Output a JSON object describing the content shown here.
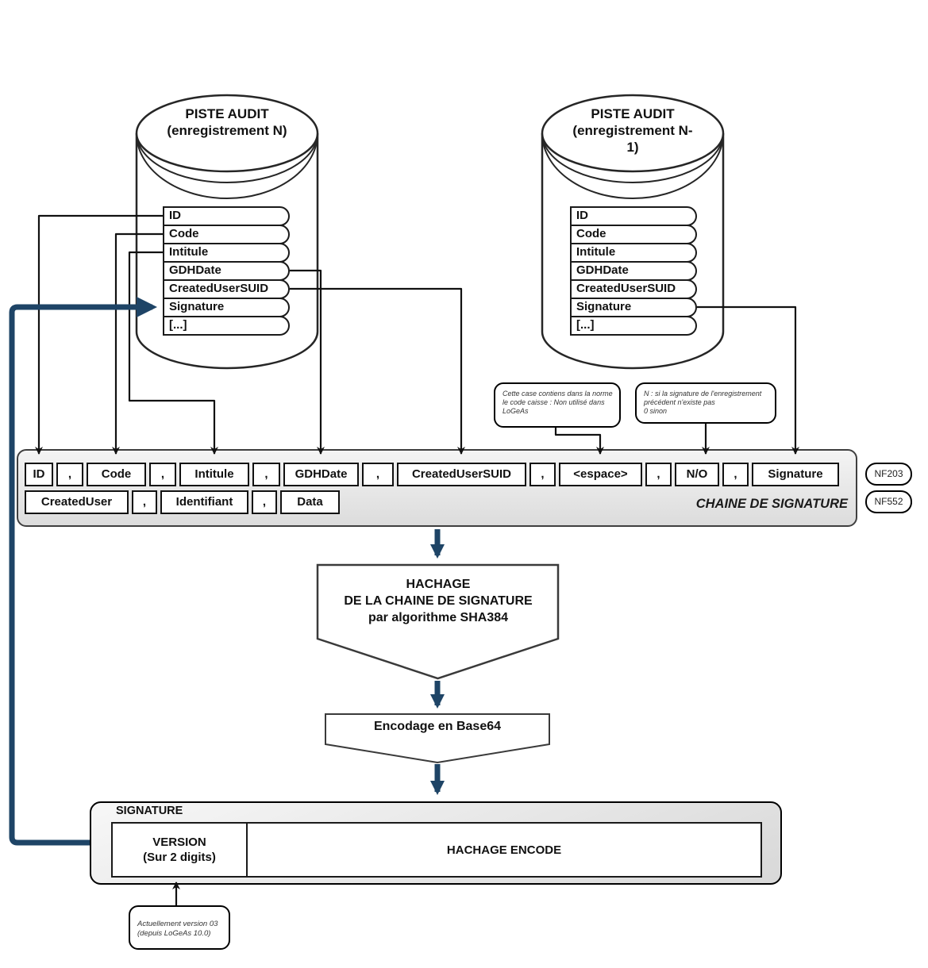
{
  "cylinders": [
    {
      "title_lines": [
        "PISTE AUDIT",
        "(enregistrement N)"
      ],
      "fields": [
        "ID",
        "Code",
        "Intitule",
        "GDHDate",
        "CreatedUserSUID",
        "Signature",
        "[...]"
      ]
    },
    {
      "title_lines": [
        "PISTE AUDIT",
        "(enregistrement N-",
        "1)"
      ],
      "fields": [
        "ID",
        "Code",
        "Intitule",
        "GDHDate",
        "CreatedUserSUID",
        "Signature",
        "[...]"
      ]
    }
  ],
  "chain": {
    "row1": [
      "ID",
      ",",
      "Code",
      ",",
      "Intitule",
      ",",
      "GDHDate",
      ",",
      "CreatedUserSUID",
      ",",
      "<espace>",
      ",",
      "N/O",
      ",",
      "Signature"
    ],
    "row2": [
      "CreatedUser",
      ",",
      "Identifiant",
      ",",
      "Data"
    ],
    "label": "CHAINE DE SIGNATURE"
  },
  "badges": [
    "NF203",
    "NF552"
  ],
  "callouts": {
    "code_caisse": {
      "lines": [
        "Cette case contiens dans la norme le code caisse : Non utilisé dans LoGeAs"
      ]
    },
    "n_o": {
      "lines": [
        "N : si la signature de l'enregistrement précédent n'existe pas",
        "0 sinon"
      ]
    },
    "version": {
      "lines": [
        "Actuellement version 03",
        "(depuis LoGeAs 10.0)"
      ]
    }
  },
  "hash_step": {
    "lines": [
      "HACHAGE",
      "DE LA CHAINE DE SIGNATURE",
      "par algorithme SHA384"
    ]
  },
  "encode_step": {
    "label": "Encodage en Base64"
  },
  "signature_box": {
    "label": "SIGNATURE",
    "version_lines": [
      "VERSION",
      "(Sur 2 digits)"
    ],
    "hash_label": "HACHAGE ENCODE"
  },
  "colors": {
    "accent_blue": "#1E4466",
    "panel_gray": "#e9e9e9",
    "line_black": "#111111"
  }
}
